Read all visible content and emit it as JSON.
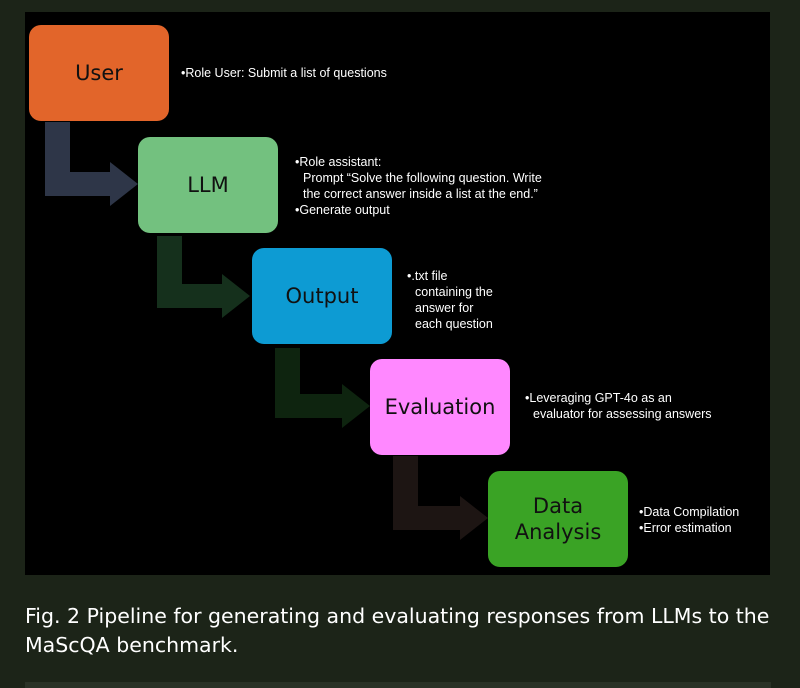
{
  "colors": {
    "user": "#e2652a",
    "llm": "#73c17f",
    "output": "#0d9bd3",
    "evaluation": "#ff88ff",
    "analysis": "#3aa325",
    "arrow1": "#2e3648",
    "arrow2": "#15301c",
    "arrow3": "#0e240f",
    "arrow4": "#1d1513"
  },
  "steps": [
    {
      "label": "User",
      "notes": [
        "•Role User: Submit a list of questions"
      ]
    },
    {
      "label": "LLM",
      "notes": [
        "•Role assistant:",
        "Prompt “Solve the following question. Write",
        "the correct answer inside a list at the end.”",
        "•Generate output"
      ]
    },
    {
      "label": "Output",
      "notes": [
        "•.txt file",
        "containing the",
        "answer for",
        "each question"
      ]
    },
    {
      "label": "Evaluation",
      "notes": [
        "•Leveraging GPT-4o as an",
        "evaluator for assessing answers"
      ]
    },
    {
      "label_lines": [
        "Data",
        "Analysis"
      ],
      "notes": [
        "•Data Compilation",
        "•Error estimation"
      ]
    }
  ],
  "caption": "Fig.  2 Pipeline for generating and evaluating responses from LLMs to the MaScQA benchmark."
}
